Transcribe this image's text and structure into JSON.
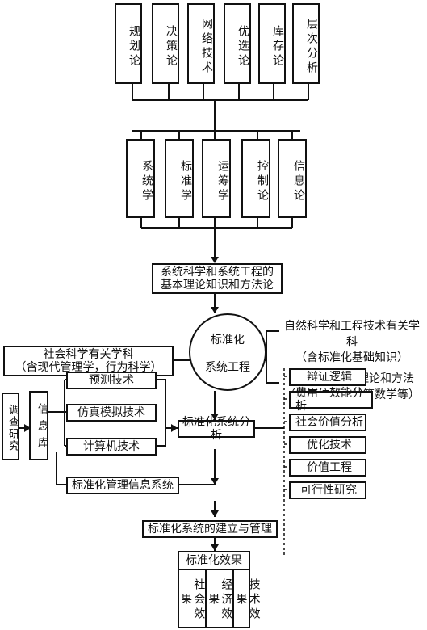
{
  "top_row": [
    "规划论",
    "决策论",
    "网络技术",
    "优选论",
    "库存论",
    "层次分析"
  ],
  "second_row": [
    "系统学",
    "标准学",
    "运筹学",
    "控制论",
    "信息论"
  ],
  "theory_box": "系统科学和系统工程的\n基本理论知识和方法论",
  "natural_science_box": "自然科学和工程技术有关学科\n（含标准化基础知识）",
  "math_box": "数学科学有关理论和方法\n（概率统计、计算数学等）",
  "social_science_box": "社会科学有关学科\n（含现代管理学，行为科学）",
  "center_circle": {
    "line1": "标准化",
    "line2": "系统工程"
  },
  "survey": "调查研究",
  "info_store": "信息库",
  "techniques": [
    "预测技术",
    "仿真模拟技术",
    "计算机技术"
  ],
  "analysis_box": "标准化系统分析",
  "mis_box": "标准化管理信息系统",
  "methods": [
    "辩证逻辑",
    "费用一效能分析",
    "社会价值分析",
    "优化技术",
    "价值工程",
    "可行性研究"
  ],
  "build_box": "标准化系统的建立与管理",
  "effect_title": "标准化效果",
  "effects": [
    "社会效果",
    "经济效果",
    "技术效果"
  ]
}
